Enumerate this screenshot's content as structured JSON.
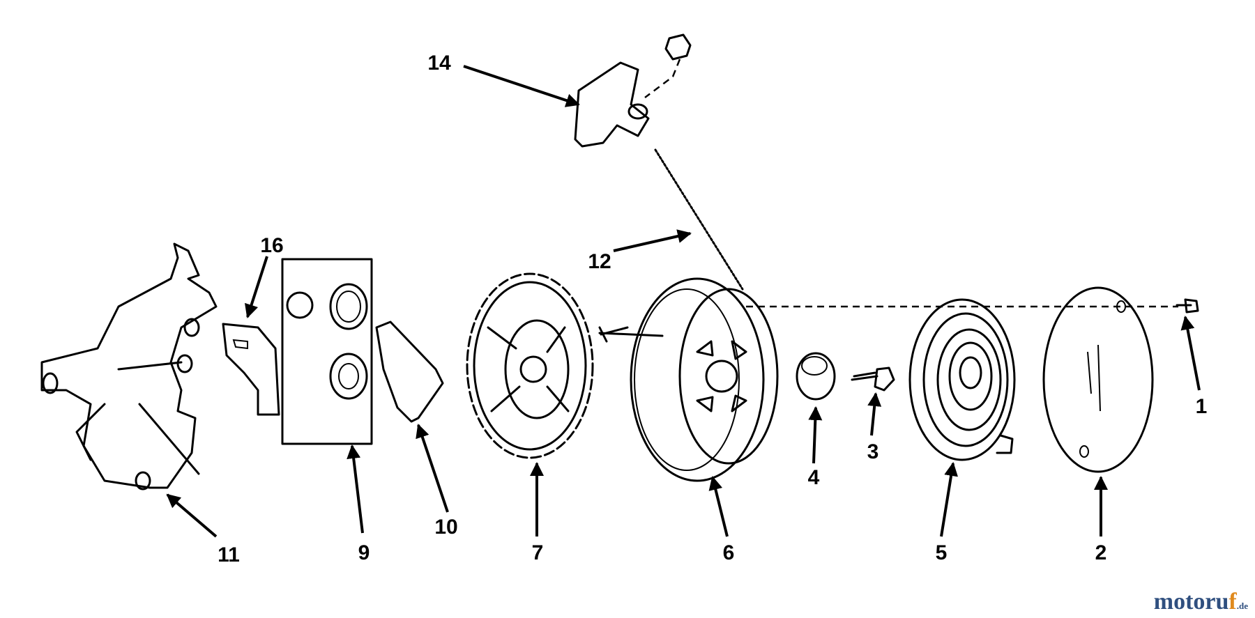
{
  "diagram": {
    "callouts": {
      "c1": "1",
      "c2": "2",
      "c3": "3",
      "c4": "4",
      "c5": "5",
      "c6": "6",
      "c7": "7",
      "c9": "9",
      "c10": "10",
      "c11": "11",
      "c12": "12",
      "c14": "14",
      "c16": "16"
    }
  },
  "watermark": {
    "main": "motoru",
    "accent": "f",
    "suffix": ".de"
  }
}
